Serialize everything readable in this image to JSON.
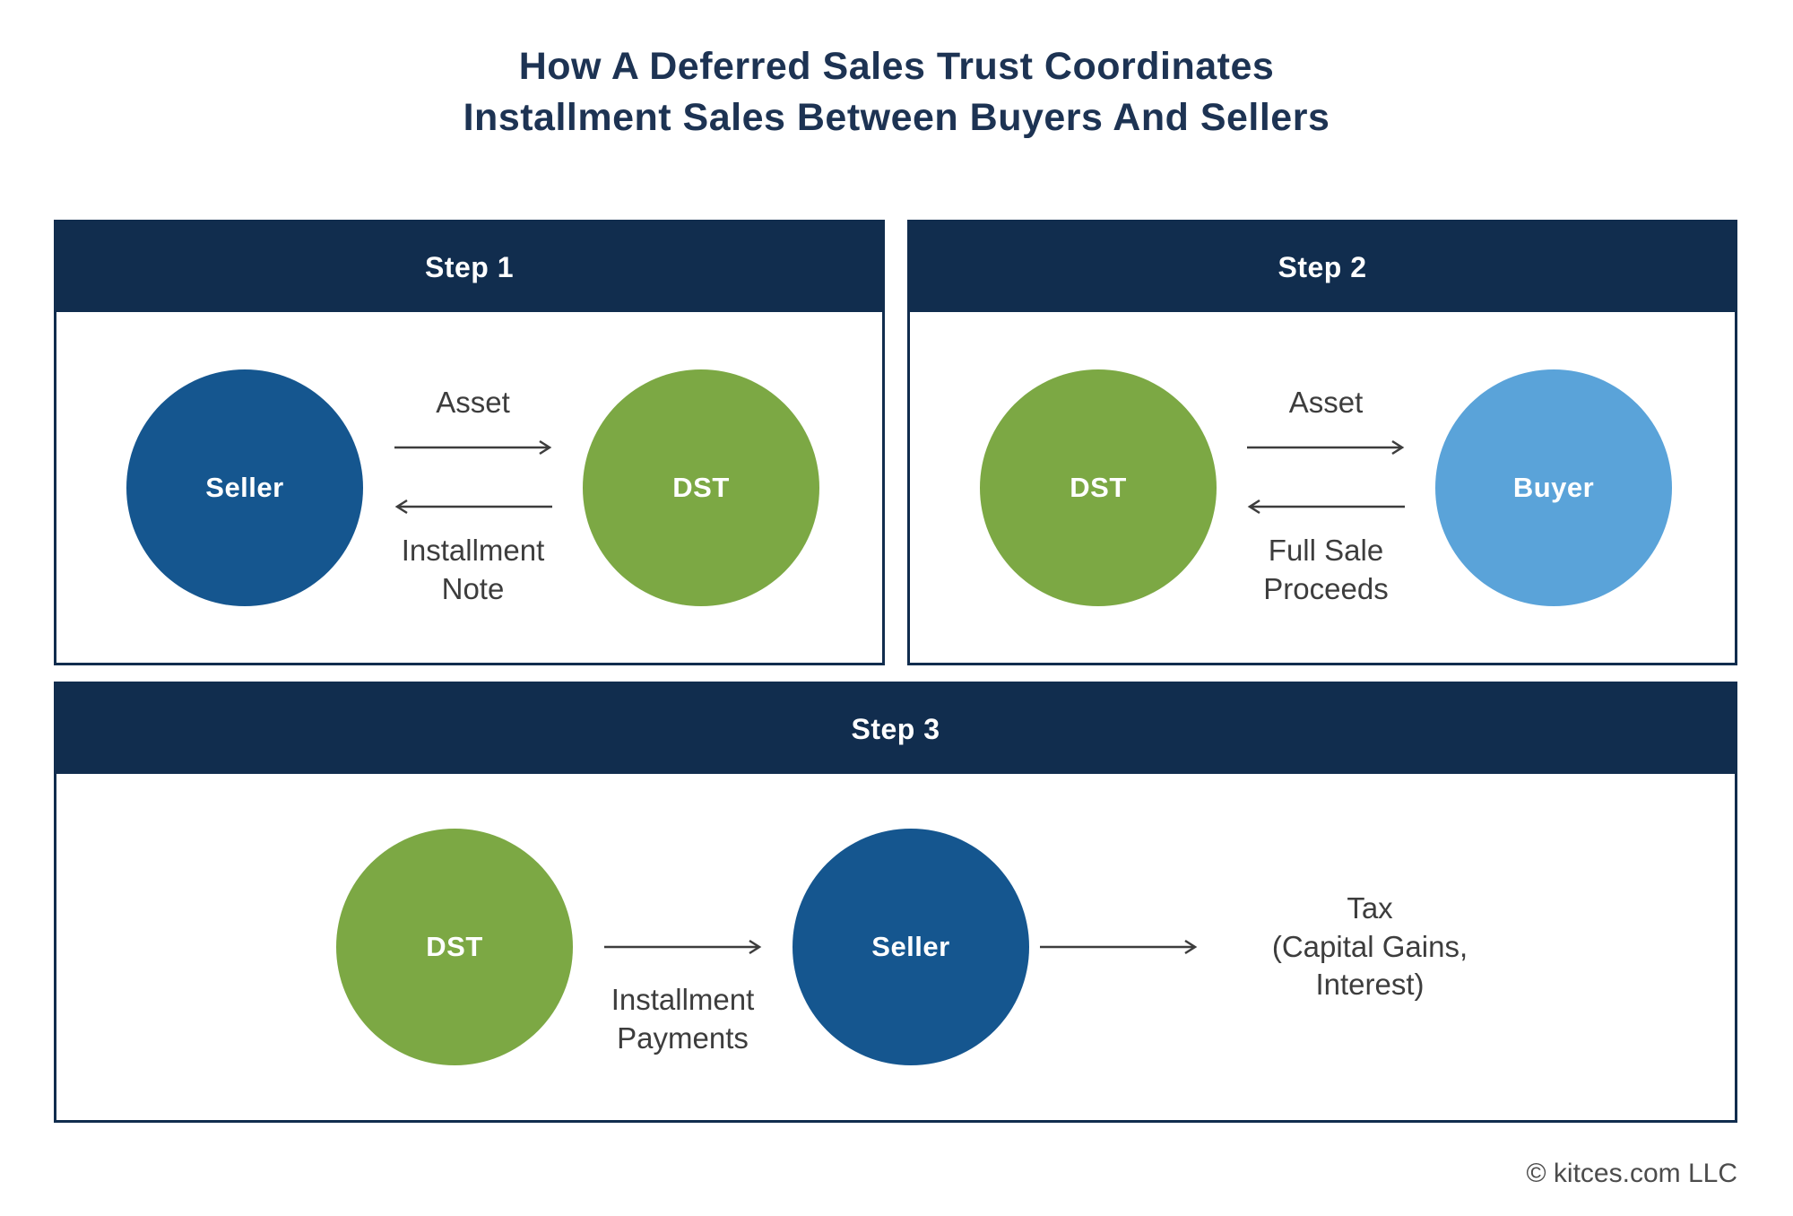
{
  "title": "How A Deferred Sales Trust Coordinates\nInstallment Sales Between Buyers And Sellers",
  "footer": "© kitces.com LLC",
  "colors": {
    "navy": "#112d4e",
    "title_navy": "#1d3353",
    "seller_blue": "#15568f",
    "dst_green": "#7ca844",
    "buyer_blue": "#5aa3d9",
    "arrow_gray": "#3d3d3d",
    "footer_gray": "#4c4c4c"
  },
  "steps": [
    {
      "label": "Step 1",
      "left_node": "Seller",
      "right_node": "DST",
      "forward_label": "Asset",
      "return_label": "Installment\nNote"
    },
    {
      "label": "Step 2",
      "left_node": "DST",
      "right_node": "Buyer",
      "forward_label": "Asset",
      "return_label": "Full Sale\nProceeds"
    },
    {
      "label": "Step 3",
      "left_node": "DST",
      "right_node": "Seller",
      "forward_label": "Installment\nPayments",
      "output_label": "Tax\n(Capital Gains,\nInterest)"
    }
  ]
}
